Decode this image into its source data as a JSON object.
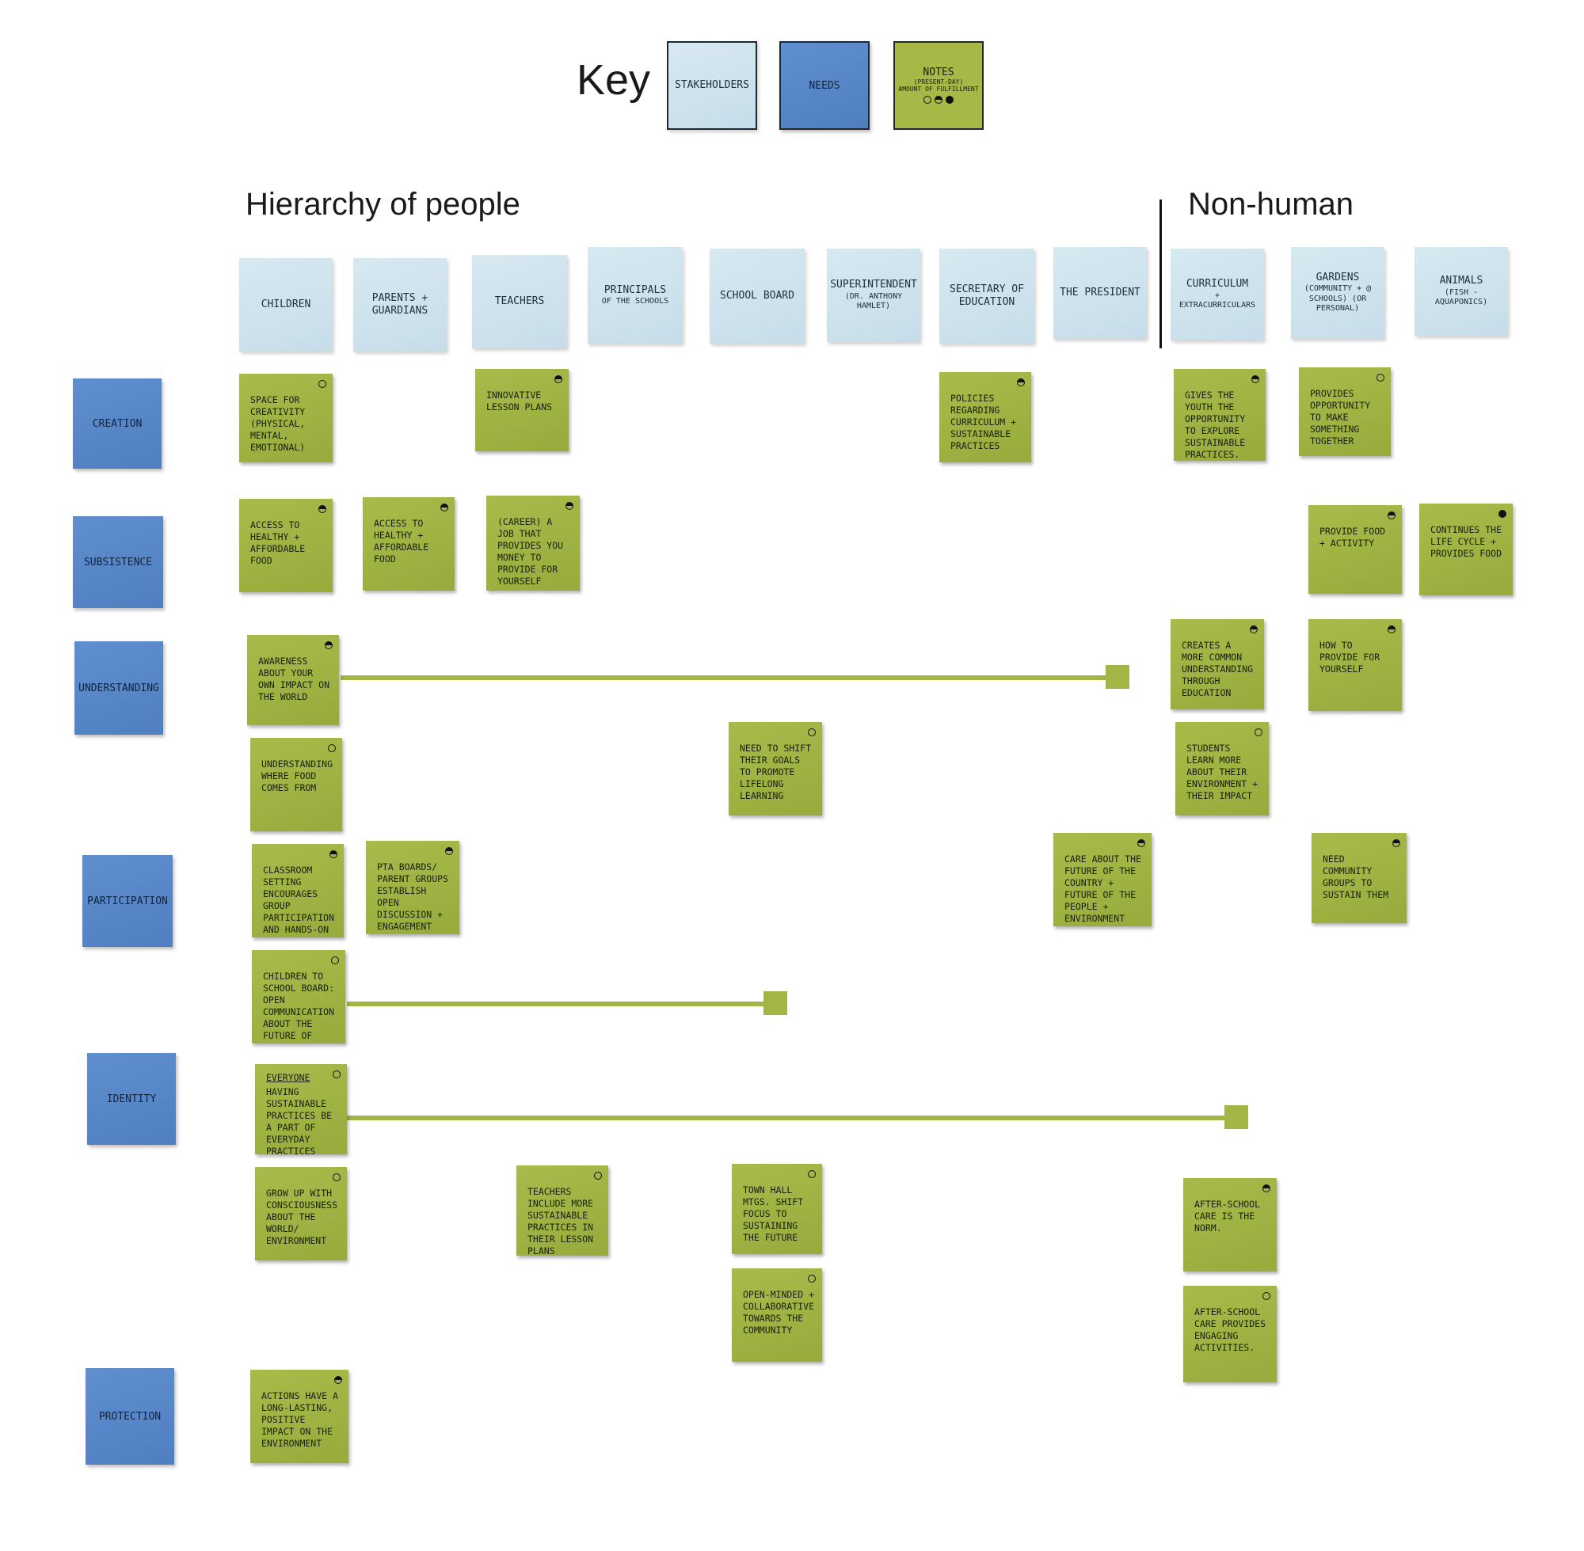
{
  "key": {
    "title": "Key",
    "stakeholders": "Stakeholders",
    "needs": "Needs",
    "notes_title": "Notes",
    "notes_sub1": "(present-day)",
    "notes_sub2": "amount of fulfillment"
  },
  "headings": {
    "hierarchy": "Hierarchy of people",
    "non_human": "Non-human"
  },
  "stakeholders": {
    "children": "Children",
    "parents": "Parents + Guardians",
    "teachers": "Teachers",
    "principals": "Principals",
    "principals_sub": "of the schools",
    "school_board": "School Board",
    "superintendent": "Superintendent",
    "superintendent_sub": "(Dr. Anthony Hamlet)",
    "secretary": "Secretary of Education",
    "president": "The President",
    "curriculum": "Curriculum",
    "curriculum_sub": "+ extracurriculars",
    "gardens": "Gardens",
    "gardens_sub": "(community + @ schools) (or personal)",
    "animals": "Animals",
    "animals_sub": "(fish - aquaponics)"
  },
  "needs": {
    "creation": "Creation",
    "subsistence": "Subsistence",
    "understanding": "Understanding",
    "participation": "Participation",
    "identity": "Identity",
    "protection": "Protection"
  },
  "notes": {
    "n1": "Space for creativity (physical, mental, emotional)",
    "n2": "Innovative lesson plans",
    "n3": "Policies regarding curriculum + sustainable practices",
    "n4": "Gives the youth the opportunity to explore sustainable practices.",
    "n5": "Provides opportunity to make something together",
    "n6": "Access to healthy + affordable food",
    "n7": "Access to healthy + affordable food",
    "n8": "(career) A job that provides you money to provide for yourself",
    "n9": "Provide food + activity",
    "n10": "Continues the life cycle + provides food",
    "n11": "Awareness about your own impact on the world",
    "n12": "Creates a more common understanding through education",
    "n13": "How to provide for yourself",
    "n14": "Understanding where food comes from",
    "n15": "Need to shift their goals to promote lifelong learning",
    "n16": "Students learn more about their environment + their impact",
    "n17": "Classroom setting encourages group participation and hands-on engagement",
    "n18": "PTA boards/ parent groups establish open discussion + engagement",
    "n19": "Care about the future of the country + future of the people + environment",
    "n20": "Need community groups to sustain them",
    "n21": "Children to school board: open communication about the future of education + sustainability →",
    "n22_title": "Everyone",
    "n22": "Having sustainable practices be a part of everyday practices",
    "n23": "Grow up with consciousness about the world/ environment",
    "n24": "Teachers include more sustainable practices in their lesson plans",
    "n25": "Town hall mtgs. shift focus to sustaining the future",
    "n26": "After-school care is the norm.",
    "n27": "Open-minded + collaborative towards the community",
    "n28": "After-school care provides engaging activities.",
    "n29": "Actions have a long-lasting, positive impact on the environment"
  }
}
